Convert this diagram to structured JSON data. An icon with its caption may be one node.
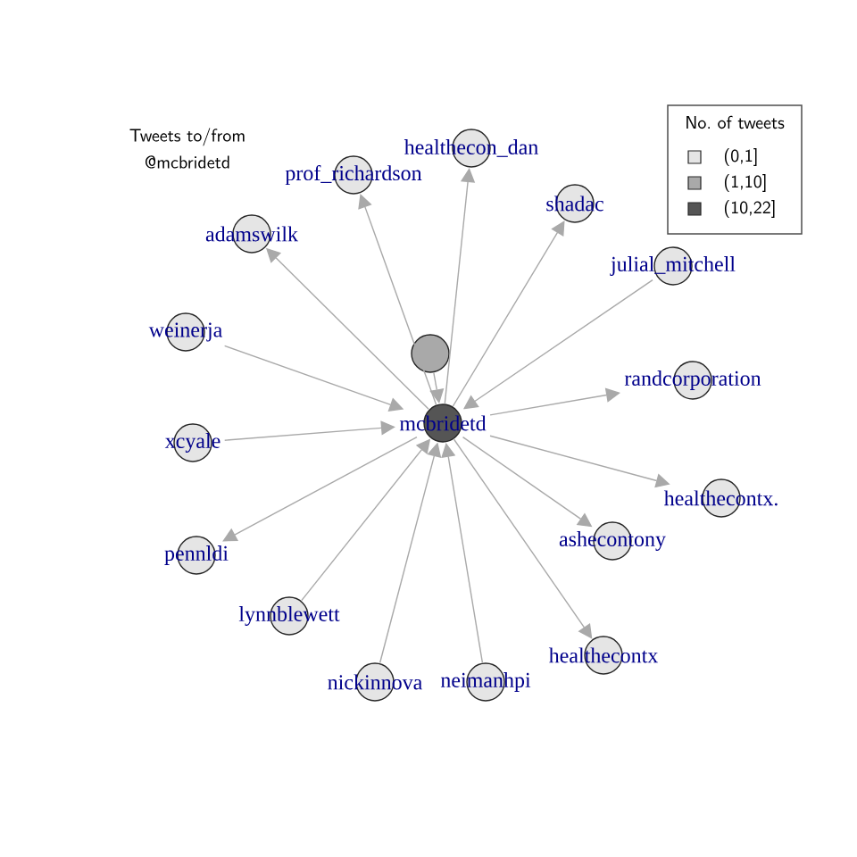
{
  "diagram": {
    "title": "Tweets to/from @mcbridetd",
    "nodes": [
      {
        "text": [
          "healthecon_dan"
        ]
      },
      {
        "text": [
          "prof_richardson"
        ]
      },
      {
        "text": [
          "shadac"
        ]
      },
      {
        "text": [
          "adamswilk"
        ]
      },
      {
        "text": [
          "julial_mitchell"
        ]
      },
      {
        "text": [
          "weinerja"
        ]
      },
      {
        "text": [],
        "shape": "circle"
      },
      {
        "text": [
          "randcorporation"
        ]
      },
      {
        "text": [
          "mcbridetd"
        ]
      },
      {
        "text": [
          "xcyale"
        ]
      },
      {
        "text": [
          "healthecontx."
        ]
      },
      {
        "text": [
          "ashecontony"
        ]
      },
      {
        "text": [
          "pennldi"
        ]
      },
      {
        "text": [
          "lynnblewett"
        ]
      },
      {
        "text": [
          "healthecontx"
        ]
      },
      {
        "text": [
          "nickinnova"
        ]
      },
      {
        "text": [
          "neimanhpi"
        ]
      }
    ],
    "edges": [
      {
        "from": 8,
        "to": 0,
        "arrow": "to"
      },
      {
        "from": 8,
        "to": 1,
        "arrow": "to"
      },
      {
        "from": 8,
        "to": 2,
        "arrow": "to"
      },
      {
        "from": 8,
        "to": 3,
        "arrow": "to"
      },
      {
        "from": 4,
        "to": 8,
        "arrow": "to"
      },
      {
        "from": 5,
        "to": 8,
        "arrow": "to"
      },
      {
        "from": 6,
        "to": 8,
        "arrow": "to"
      },
      {
        "from": 8,
        "to": 7,
        "arrow": "to"
      },
      {
        "from": 9,
        "to": 8,
        "arrow": "to"
      },
      {
        "from": 8,
        "to": 10,
        "arrow": "to"
      },
      {
        "from": 8,
        "to": 11,
        "arrow": "to"
      },
      {
        "from": 8,
        "to": 12,
        "arrow": "to"
      },
      {
        "from": 13,
        "to": 8,
        "arrow": "to"
      },
      {
        "from": 8,
        "to": 14,
        "arrow": "to"
      },
      {
        "from": 15,
        "to": 8,
        "arrow": "to"
      },
      {
        "from": 16,
        "to": 8,
        "arrow": "to"
      }
    ],
    "labels": [
      "No. of tweets"
    ],
    "legend": [
      {
        "text": "(0,1]",
        "color": "#e5e5e5"
      },
      {
        "text": "(1,10]",
        "color": "#a9a9a9"
      },
      {
        "text": "(10,22]",
        "color": "#555555"
      }
    ]
  }
}
